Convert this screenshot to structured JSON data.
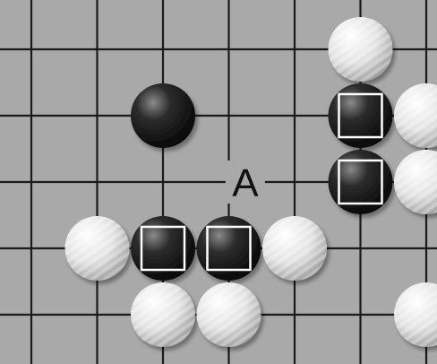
{
  "board": {
    "background_color": "#a9a9a9",
    "line_color": "#1a1a1a",
    "grid_columns": 7,
    "grid_rows": 6
  },
  "colors": {
    "white_stone_highlight": "#ffffff",
    "white_stone_shade": "#b0b0b0",
    "black_stone_highlight": "#7a7a7a",
    "black_stone_shade": "#0a0a0a",
    "marker_color": "#ffffff"
  },
  "stones": [
    {
      "color": "white",
      "col": 5,
      "row": 0,
      "marker": "none"
    },
    {
      "color": "black",
      "col": 2,
      "row": 1,
      "marker": "none"
    },
    {
      "color": "black",
      "col": 5,
      "row": 1,
      "marker": "square"
    },
    {
      "color": "white",
      "col": 6,
      "row": 1,
      "marker": "none"
    },
    {
      "color": "black",
      "col": 5,
      "row": 2,
      "marker": "square"
    },
    {
      "color": "white",
      "col": 6,
      "row": 2,
      "marker": "none"
    },
    {
      "color": "white",
      "col": 1,
      "row": 3,
      "marker": "none"
    },
    {
      "color": "black",
      "col": 2,
      "row": 3,
      "marker": "square"
    },
    {
      "color": "black",
      "col": 3,
      "row": 3,
      "marker": "square"
    },
    {
      "color": "white",
      "col": 4,
      "row": 3,
      "marker": "none"
    },
    {
      "color": "white",
      "col": 2,
      "row": 4,
      "marker": "none"
    },
    {
      "color": "white",
      "col": 3,
      "row": 4,
      "marker": "none"
    },
    {
      "color": "white",
      "col": 6,
      "row": 4,
      "marker": "none"
    }
  ],
  "labels": [
    {
      "text": "A",
      "col": 3.25,
      "row": 2
    }
  ]
}
